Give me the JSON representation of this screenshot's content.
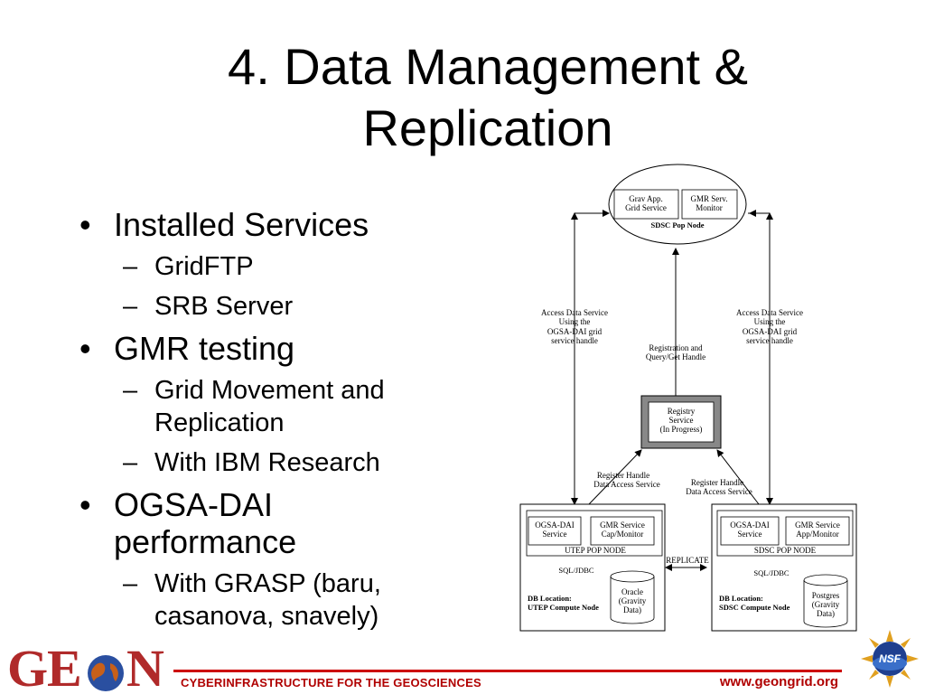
{
  "title": {
    "line1": "4. Data Management &",
    "line2": "Replication"
  },
  "bullets": {
    "installed": "Installed Services",
    "gridftp": "GridFTP",
    "srb": "SRB Server",
    "gmr": "GMR testing",
    "gmr_sub1_a": "Grid Movement and",
    "gmr_sub1_b": "Replication",
    "gmr_sub2": "With IBM Research",
    "ogsa_a": "OGSA-DAI",
    "ogsa_b": "performance",
    "ogsa_sub_a": "With GRASP (baru,",
    "ogsa_sub_b": "casanova, snavely)"
  },
  "diagram": {
    "pop_node": {
      "box1_a": "Grav App.",
      "box1_b": "Grid Service",
      "box2_a": "GMR Serv.",
      "box2_b": "Monitor",
      "label": "SDSC Pop Node"
    },
    "left_access": [
      "Access Data Service",
      "Using the",
      "OGSA-DAI grid",
      "service handle"
    ],
    "right_access": [
      "Access Data Service",
      "Using the",
      "OGSA-DAI grid",
      "service handle"
    ],
    "registration": [
      "Registration and",
      "Query/Get Handle"
    ],
    "registry": [
      "Registry",
      "Service",
      "(In Progress)"
    ],
    "register_left": [
      "Register Handle",
      "Data Access Service"
    ],
    "register_right": [
      "Register Handle",
      "Data Access Service"
    ],
    "utep": {
      "ogsa_a": "OGSA-DAI",
      "ogsa_b": "Service",
      "gmr_a": "GMR Service",
      "gmr_b": "Cap/Monitor",
      "node": "UTEP POP NODE",
      "sql": "SQL/JDBC",
      "db_a": "Oracle",
      "db_b": "(Gravity",
      "db_c": "Data)",
      "loc_a": "DB Location:",
      "loc_b": "UTEP Compute Node"
    },
    "sdsc": {
      "ogsa_a": "OGSA-DAI",
      "ogsa_b": "Service",
      "gmr_a": "GMR Service",
      "gmr_b": "App/Monitor",
      "node": "SDSC POP NODE",
      "sql": "SQL/JDBC",
      "db_a": "Postgres",
      "db_b": "(Gravity",
      "db_c": "Data)",
      "loc_a": "DB Location:",
      "loc_b": "SDSC Compute Node"
    },
    "replicate": "REPLICATE"
  },
  "footer": {
    "tagline": "CYBERINFRASTRUCTURE FOR THE GEOSCIENCES",
    "url": "www.geongrid.org"
  },
  "logos": {
    "geon_g": "G",
    "geon_e": "E",
    "geon_n": "N",
    "nsf": "NSF"
  },
  "colors": {
    "accent": "#b00000",
    "line": "#cc0000",
    "logo": "#b02a2a"
  }
}
